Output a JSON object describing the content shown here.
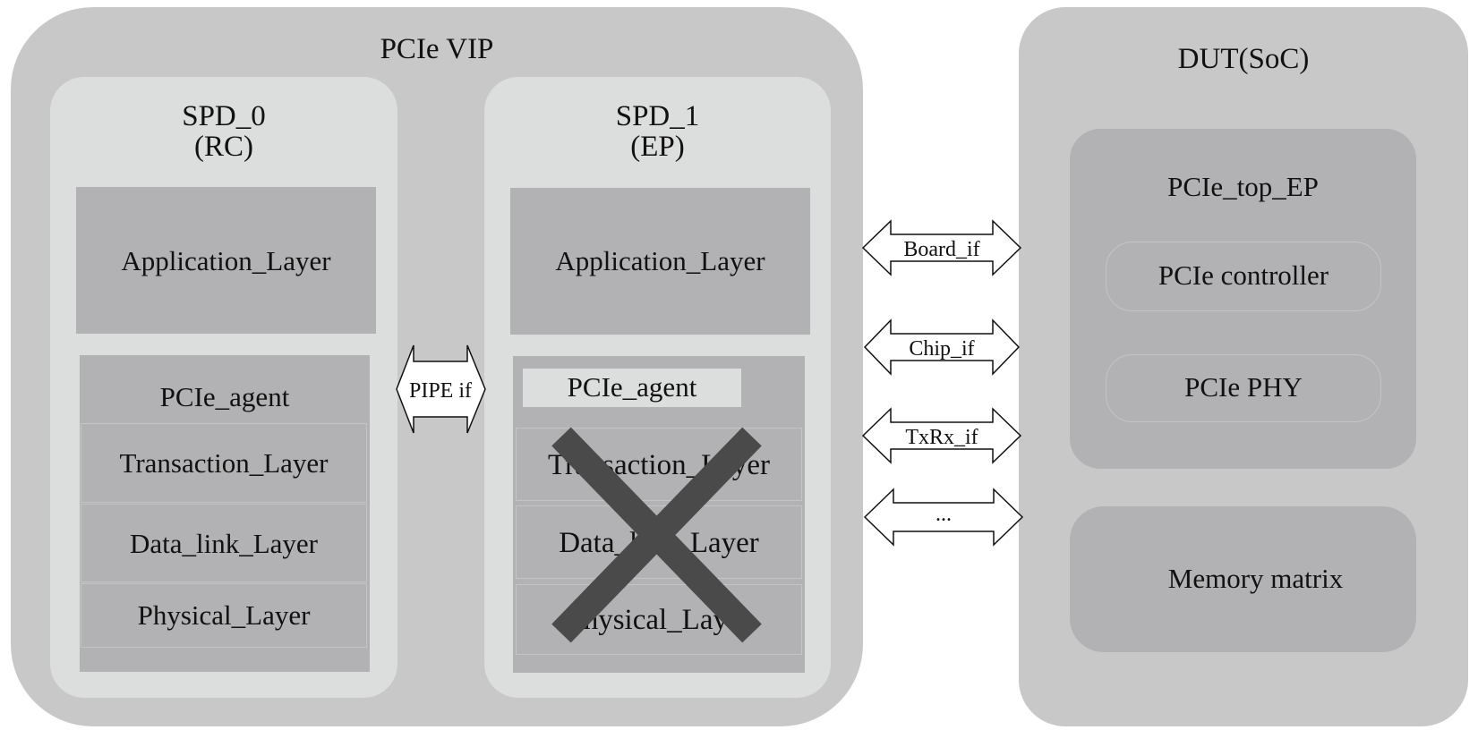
{
  "vip": {
    "title": "PCIe VIP",
    "spd0": {
      "name": "SPD_0",
      "role": "(RC)",
      "application_layer": "Application_Layer",
      "agent": "PCIe_agent",
      "layers": [
        "Transaction_Layer",
        "Data_link_Layer",
        "Physical_Layer"
      ]
    },
    "spd1": {
      "name": "SPD_1",
      "role": "(EP)",
      "application_layer": "Application_Layer",
      "agent": "PCIe_agent",
      "layers": [
        "Transaction_Layer",
        "Data_link_Layer",
        "Physical_Layer"
      ]
    },
    "pipe_if": "PIPE if"
  },
  "interfaces": [
    "Board_if",
    "Chip_if",
    "TxRx_if",
    "..."
  ],
  "dut": {
    "title": "DUT(SoC)",
    "top": {
      "name": "PCIe_top_EP",
      "controller": "PCIe controller",
      "phy": "PCIe PHY"
    },
    "memory": "Memory matrix"
  },
  "colors": {
    "outer": "#c8c8c9",
    "panel": "#dcdddd",
    "block": "#b2b2b4",
    "cross": "#4a4a4a"
  }
}
